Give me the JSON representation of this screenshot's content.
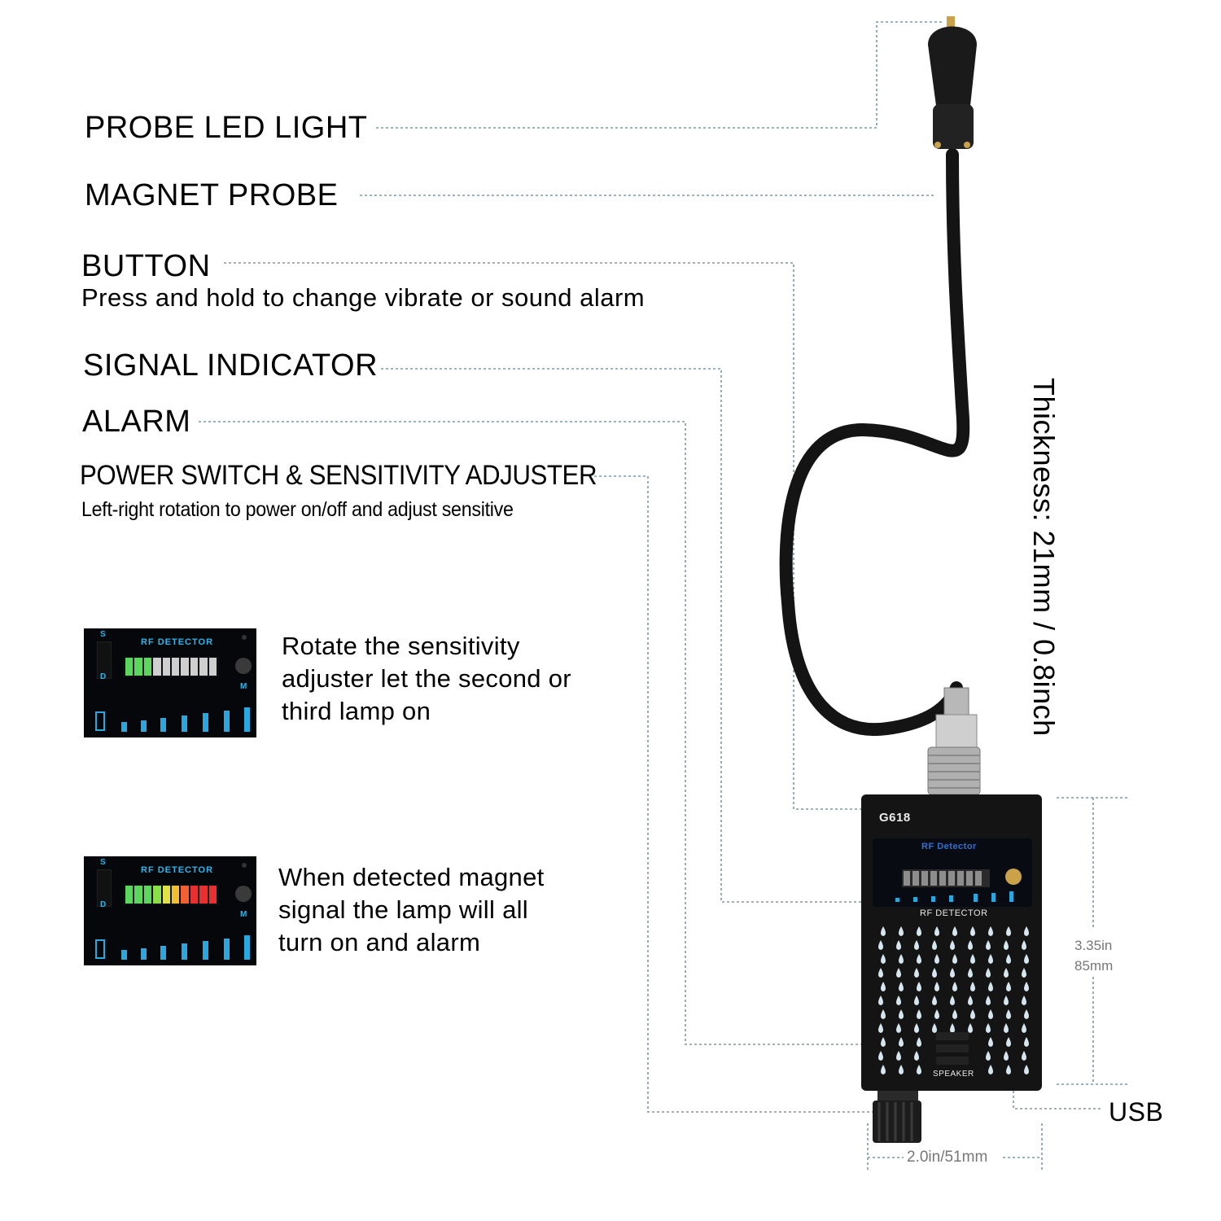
{
  "labels": {
    "probe_led_light": "PROBE LED LIGHT",
    "magnet_probe": "MAGNET PROBE",
    "button": "BUTTON",
    "button_desc": "Press and hold to change vibrate or sound alarm",
    "signal_indicator": "SIGNAL INDICATOR",
    "alarm": "ALARM",
    "power_switch": "POWER SWITCH & SENSITIVITY ADJUSTER",
    "power_switch_desc": "Left-right rotation to power on/off and adjust sensitive",
    "usb": "USB"
  },
  "instructions": [
    {
      "lines": [
        "Rotate the sensitivity",
        "adjuster let the second or",
        "third lamp on"
      ],
      "panel": {
        "rf_label": "RF DETECTOR",
        "s": "S",
        "d": "D",
        "m": "M",
        "lit_lamps": 3,
        "lamp_colors": [
          "#5cd65c",
          "#5cd65c",
          "#5cd65c",
          "#cfcfcf",
          "#cfcfcf",
          "#cfcfcf",
          "#cfcfcf",
          "#cfcfcf",
          "#cfcfcf",
          "#cfcfcf"
        ]
      }
    },
    {
      "lines": [
        "When detected magnet",
        "signal the lamp will all",
        "turn  on and alarm"
      ],
      "panel": {
        "rf_label": "RF DETECTOR",
        "s": "S",
        "d": "D",
        "m": "M",
        "lit_lamps": 10,
        "lamp_colors": [
          "#5cd65c",
          "#5cd65c",
          "#5cd65c",
          "#8be04a",
          "#e0e04a",
          "#f0c030",
          "#f06030",
          "#e83030",
          "#e83030",
          "#e83030"
        ]
      }
    }
  ],
  "device": {
    "model": "G618",
    "screen_label": "RF Detector",
    "face_label": "RF DETECTOR",
    "speaker_label": "SPEAKER"
  },
  "dimensions": {
    "thickness": "Thickness: 21mm / 0.8inch",
    "height_in": "3.35in",
    "height_mm": "85mm",
    "width": "2.0in/51mm"
  },
  "colors": {
    "leader_line": "#6e8c99",
    "indicator_blue": "#29a8e0",
    "device_body": "#111111"
  }
}
